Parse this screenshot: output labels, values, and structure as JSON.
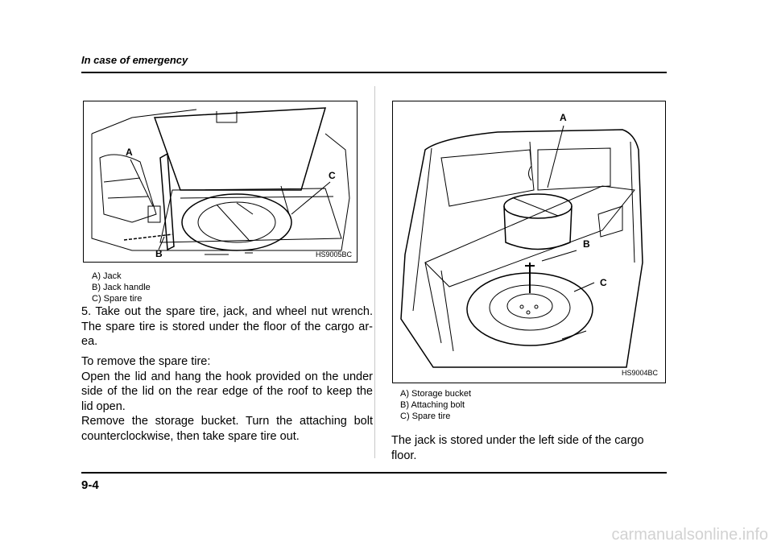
{
  "header": {
    "title": "In case of emergency"
  },
  "page_number": "9-4",
  "figure_left": {
    "code": "HS9005BC",
    "callouts": {
      "a": "A",
      "b": "B",
      "c": "C"
    },
    "captions": [
      "A)  Jack",
      "B)  Jack handle",
      "C)  Spare tire"
    ]
  },
  "body_left": {
    "line1": "5.  Take out the spare tire, jack, and wheel nut wrench.",
    "line2": "The spare tire is stored under the floor of the cargo ar-",
    "line3": "ea.",
    "line4": "To remove the spare tire:",
    "line5": "Open the lid and hang the hook provided on the under",
    "line6": "side of the lid on the rear edge of the roof to keep the",
    "line7": "lid open.",
    "line8": "Remove  the  storage  bucket.  Turn  the  attaching  bolt",
    "line9": "counterclockwise, then take spare tire out."
  },
  "figure_right": {
    "code": "HS9004BC",
    "callouts": {
      "a": "A",
      "b": "B",
      "c": "C"
    },
    "captions": [
      "A)  Storage bucket",
      "B)  Attaching bolt",
      "C)  Spare tire"
    ]
  },
  "body_right": {
    "text": "The jack is stored under the left side of the cargo floor."
  },
  "watermark": "carmanualsonline.info"
}
